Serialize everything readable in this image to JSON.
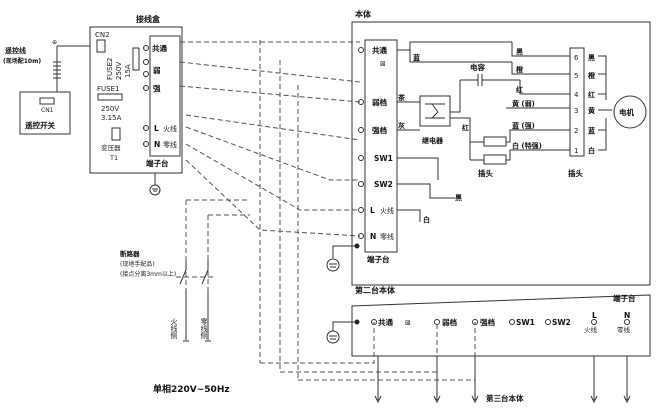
{
  "remote": {
    "cable_label": "遥控线",
    "cable_note": "(现场配10m)",
    "cn1": "CN1",
    "switch_label": "遥控开关"
  },
  "junction_box": {
    "title": "接线盒",
    "cn2": "CN2",
    "fuse2": "FUSE2",
    "fuse2_rating": "250V",
    "fuse2_current": "15A",
    "fuse1": "FUSE1",
    "fuse1_rating": "250V",
    "fuse1_current": "3.15A",
    "transformer": "变压器",
    "transformer_id": "T1",
    "terminals": [
      "共通",
      "弱",
      "强",
      "L",
      "N"
    ],
    "live_label": "火线",
    "neutral_label": "零线",
    "terminal_block": "端子台"
  },
  "body": {
    "title": "本体",
    "terminals": [
      "共通",
      "弱档",
      "强档",
      "SW1",
      "SW2",
      "L",
      "N"
    ],
    "l_label": "火线",
    "n_label": "零线",
    "terminal_block": "端子台",
    "relay": "继电器",
    "capacitor": "电容",
    "plug": "插头",
    "motor": "电机",
    "wire_colors_left": [
      "蓝",
      "茶",
      "灰",
      "红",
      "黑",
      "白"
    ],
    "motor_pins": [
      "6",
      "5",
      "4",
      "3",
      "2",
      "1"
    ],
    "motor_wires": [
      "黑",
      "橙",
      "红",
      "黄",
      "蓝",
      "白"
    ],
    "speed_wires": [
      "黄 (弱)",
      "蓝 (强)",
      "白 (特强)"
    ],
    "left_colors_top": [
      "黑",
      "橙",
      "红"
    ]
  },
  "breaker": {
    "label": "断路器",
    "note1": "(现地手配品)",
    "note2": "(接点分离3mm以上)",
    "live": "火线侧",
    "neutral": "零线侧",
    "supply": "单相220V~50Hz"
  },
  "second_unit": {
    "title": "第二台本体",
    "terminal_block": "端子台",
    "terminals": [
      "共通",
      "弱档",
      "强档",
      "SW1",
      "SW2",
      "L",
      "N"
    ],
    "l_label": "火线",
    "n_label": "零线",
    "third_unit": "第三台本体"
  }
}
